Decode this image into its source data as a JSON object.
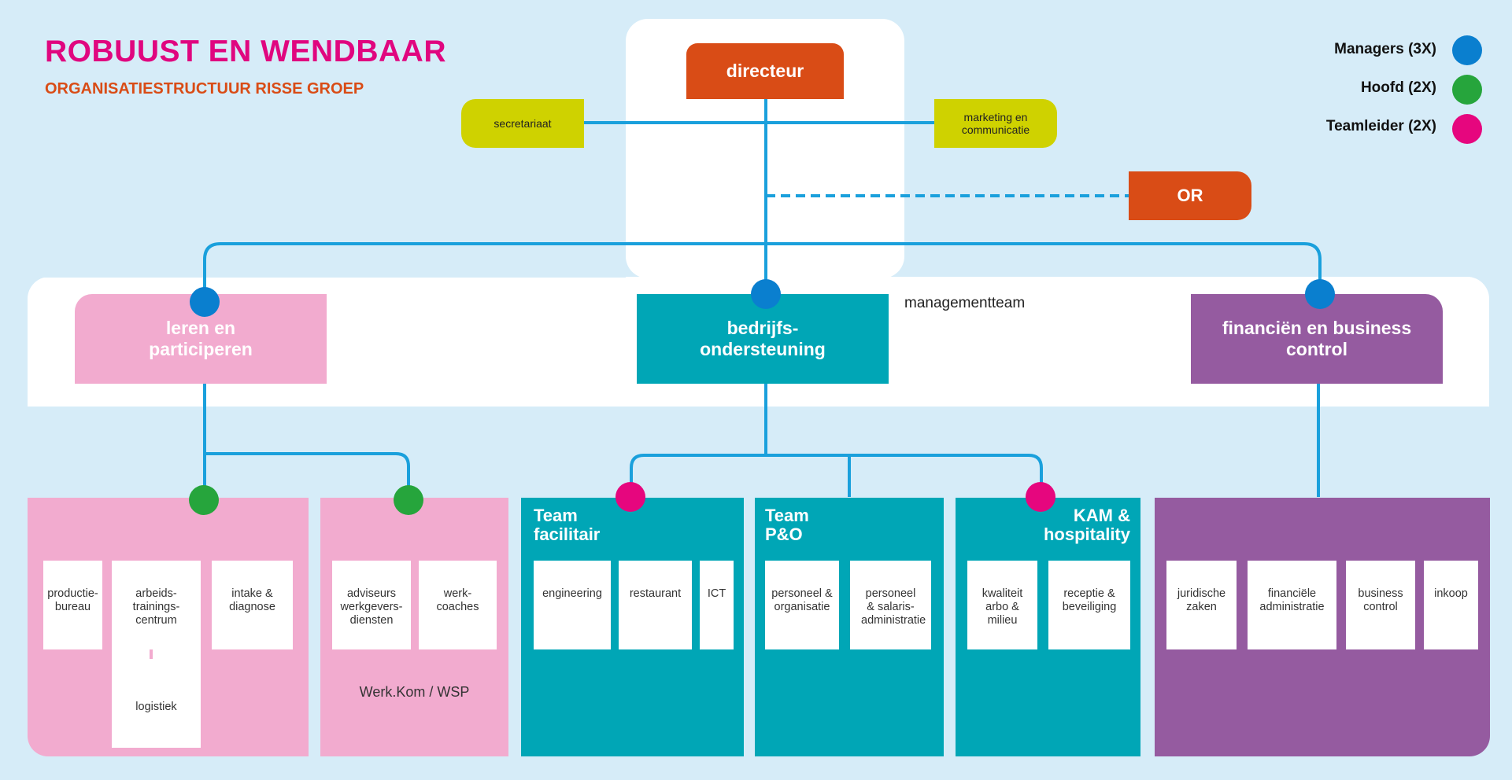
{
  "header": {
    "title": "ROBUUST EN WENDBAAR",
    "subtitle": "ORGANISATIESTRUCTUUR RISSE GROEP"
  },
  "legend": {
    "items": [
      {
        "label": "Managers (3X)",
        "color": "#0a7fcf"
      },
      {
        "label": "Hoofd (2X)",
        "color": "#26a53c"
      },
      {
        "label": "Teamleider (2X)",
        "color": "#e6067e"
      }
    ]
  },
  "top": {
    "director": "directeur",
    "secretariat": "secretariaat",
    "marketing": "marketing en communicatie",
    "or": "OR"
  },
  "management": {
    "label": "managementteam",
    "leren": "leren en participeren",
    "bedrijf": "bedrijfs- ondersteuning",
    "financien": "financiën en business control"
  },
  "departments": {
    "leren_left": {
      "cards": [
        "productie- bureau",
        "arbeids- trainings- centrum",
        "intake & diagnose",
        "logistiek"
      ]
    },
    "leren_right": {
      "cards": [
        "adviseurs werkgevers- diensten",
        "werk- coaches"
      ],
      "footer": "Werk.Kom / WSP"
    },
    "facilitair": {
      "title": "Team facilitair",
      "cards": [
        "engineering",
        "restaurant",
        "ICT"
      ]
    },
    "po": {
      "title": "Team P&O",
      "cards": [
        "personeel & organisatie",
        "personeel & salaris- administratie"
      ]
    },
    "kam": {
      "title": "KAM & hospitality",
      "cards": [
        "kwaliteit arbo & milieu",
        "receptie & beveiliging"
      ]
    },
    "financien": {
      "cards": [
        "juridische zaken",
        "financiële administratie",
        "business control",
        "inkoop"
      ]
    }
  },
  "colors": {
    "background": "#d6ecf8",
    "line": "#1aa0dc",
    "director": "#d94c16",
    "yellow": "#cfd200",
    "pink": "#f2abcf",
    "teal": "#00a6b6",
    "purple": "#955ba0",
    "title_pink": "#e0067f"
  }
}
